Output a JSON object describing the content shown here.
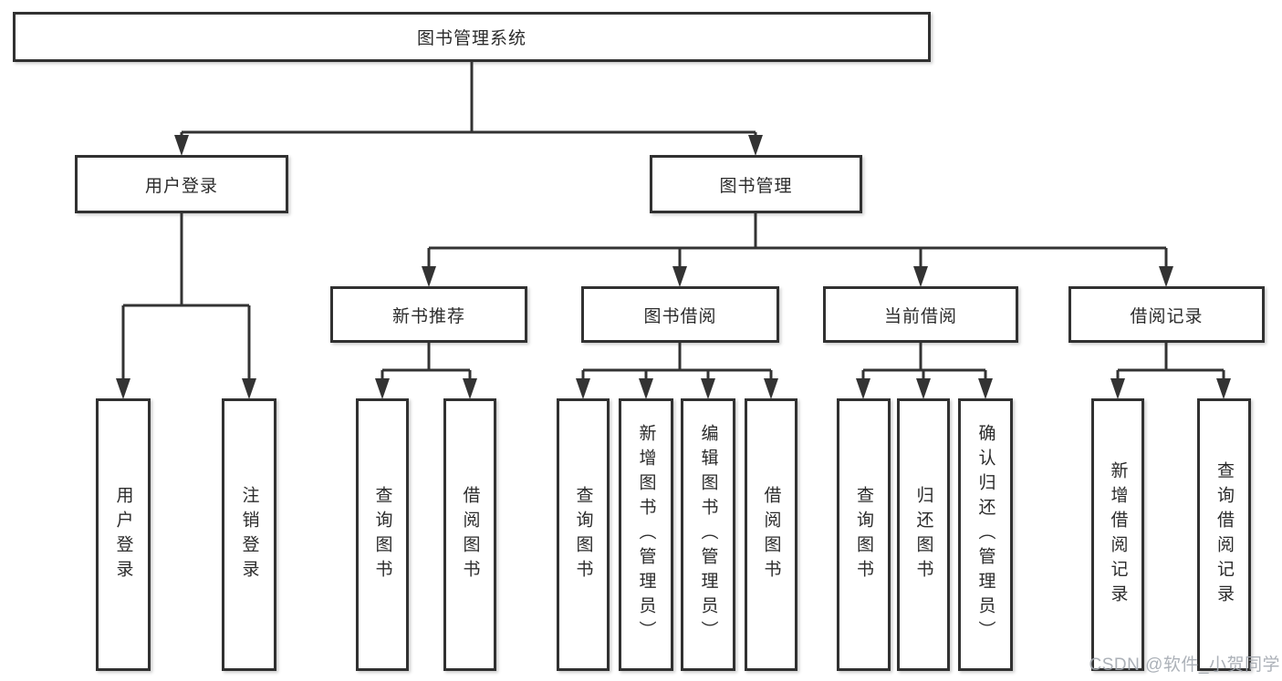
{
  "colors": {
    "line": "#333333",
    "box_border": "#313131",
    "box_fill": "#ffffff",
    "text": "#2b2b2b",
    "watermark": "#a3a8b0"
  },
  "tree": {
    "label": "图书管理系统",
    "children": [
      {
        "label": "用户登录",
        "children": [
          {
            "label": "用户登录"
          },
          {
            "label": "注销登录"
          }
        ]
      },
      {
        "label": "图书管理",
        "children": [
          {
            "label": "新书推荐",
            "children": [
              {
                "label": "查询图书"
              },
              {
                "label": "借阅图书"
              }
            ]
          },
          {
            "label": "图书借阅",
            "children": [
              {
                "label": "查询图书"
              },
              {
                "label": "新增图书（管理员）"
              },
              {
                "label": "编辑图书（管理员）"
              },
              {
                "label": "借阅图书"
              }
            ]
          },
          {
            "label": "当前借阅",
            "children": [
              {
                "label": "查询图书"
              },
              {
                "label": "归还图书"
              },
              {
                "label": "确认归还（管理员）"
              }
            ]
          },
          {
            "label": "借阅记录",
            "children": [
              {
                "label": "新增借阅记录"
              },
              {
                "label": "查询借阅记录"
              }
            ]
          }
        ]
      }
    ]
  },
  "watermark": "CSDN @软件_小贺同学"
}
